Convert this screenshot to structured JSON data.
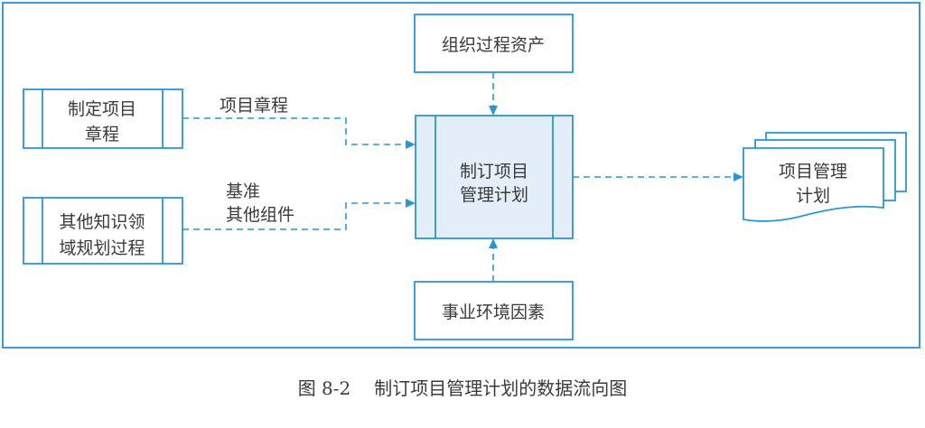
{
  "diagram": {
    "nodes": {
      "charter_process": {
        "lines": [
          "制定项目",
          "章程"
        ]
      },
      "other_processes": {
        "lines": [
          "其他知识领",
          "域规划过程"
        ]
      },
      "org_assets": {
        "lines": [
          "组织过程资产"
        ]
      },
      "center": {
        "lines": [
          "制订项目",
          "管理计划"
        ]
      },
      "enterprise_factors": {
        "lines": [
          "事业环境因素"
        ]
      },
      "output_plan": {
        "lines": [
          "项目管理",
          "计划"
        ]
      }
    },
    "edges": {
      "charter_label": "项目章程",
      "other_label_1": "基准",
      "other_label_2": "其他组件"
    },
    "colors": {
      "stroke": "#2a96d6",
      "center_fill": "#e4eef8",
      "text": "#3a3a3a"
    }
  },
  "caption": {
    "number": "图 8-2",
    "title": "制订项目管理计划的数据流向图"
  }
}
